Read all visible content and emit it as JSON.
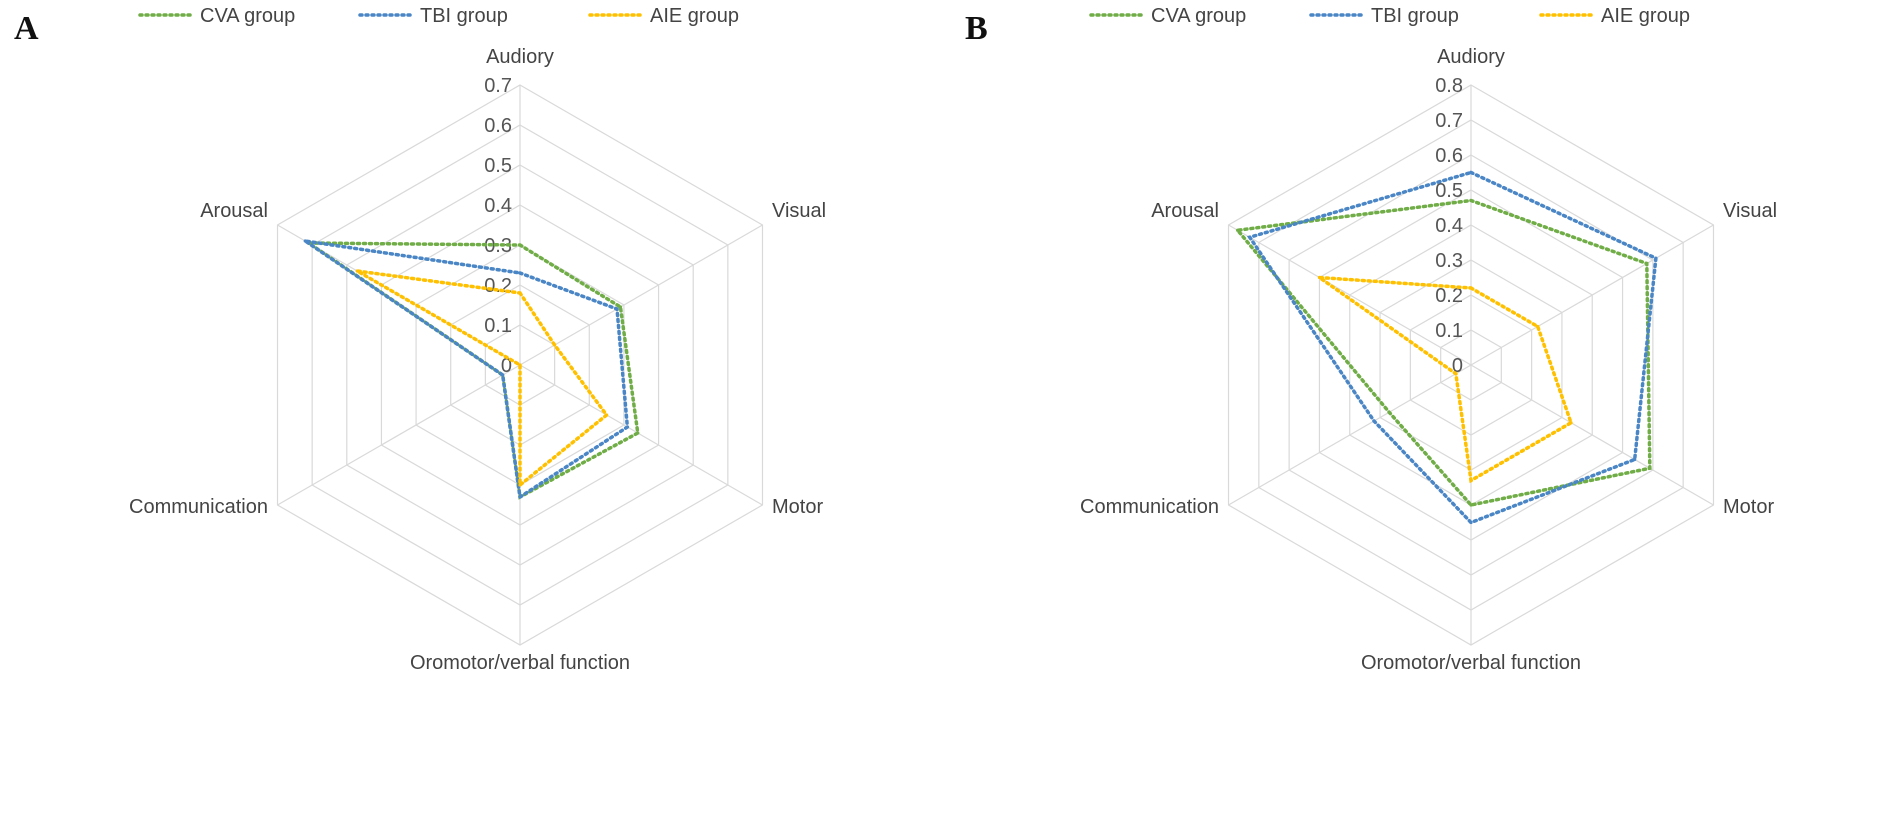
{
  "chart_data": [
    {
      "type": "radar",
      "panel_label": "A",
      "categories": [
        "Audiory",
        "Visual",
        "Motor",
        "Oromotor/verbal function",
        "Communication",
        "Arousal"
      ],
      "ticks": [
        "0",
        "0.1",
        "0.2",
        "0.3",
        "0.4",
        "0.5",
        "0.6",
        "0.7"
      ],
      "rlim": [
        0,
        0.7
      ],
      "legend_position": "top",
      "series": [
        {
          "name": "CVA group",
          "color": "#70AD47",
          "values": [
            0.3,
            0.29,
            0.34,
            0.33,
            0.05,
            0.61
          ]
        },
        {
          "name": "TBI group",
          "color": "#4A86C5",
          "values": [
            0.23,
            0.28,
            0.31,
            0.33,
            0.05,
            0.62
          ]
        },
        {
          "name": "AIE group",
          "color": "#FFC000",
          "values": [
            0.18,
            0.1,
            0.25,
            0.3,
            0.0,
            0.47
          ]
        }
      ]
    },
    {
      "type": "radar",
      "panel_label": "B",
      "categories": [
        "Audiory",
        "Visual",
        "Motor",
        "Oromotor/verbal function",
        "Communication",
        "Arousal"
      ],
      "ticks": [
        "0",
        "0.1",
        "0.2",
        "0.3",
        "0.4",
        "0.5",
        "0.6",
        "0.7",
        "0.8"
      ],
      "rlim": [
        0,
        0.8
      ],
      "legend_position": "top",
      "series": [
        {
          "name": "CVA group",
          "color": "#70AD47",
          "values": [
            0.47,
            0.58,
            0.59,
            0.4,
            0.27,
            0.77
          ]
        },
        {
          "name": "TBI group",
          "color": "#4A86C5",
          "values": [
            0.55,
            0.61,
            0.54,
            0.45,
            0.32,
            0.73
          ]
        },
        {
          "name": "AIE group",
          "color": "#FFC000",
          "values": [
            0.22,
            0.22,
            0.33,
            0.33,
            0.05,
            0.5
          ]
        }
      ]
    }
  ]
}
